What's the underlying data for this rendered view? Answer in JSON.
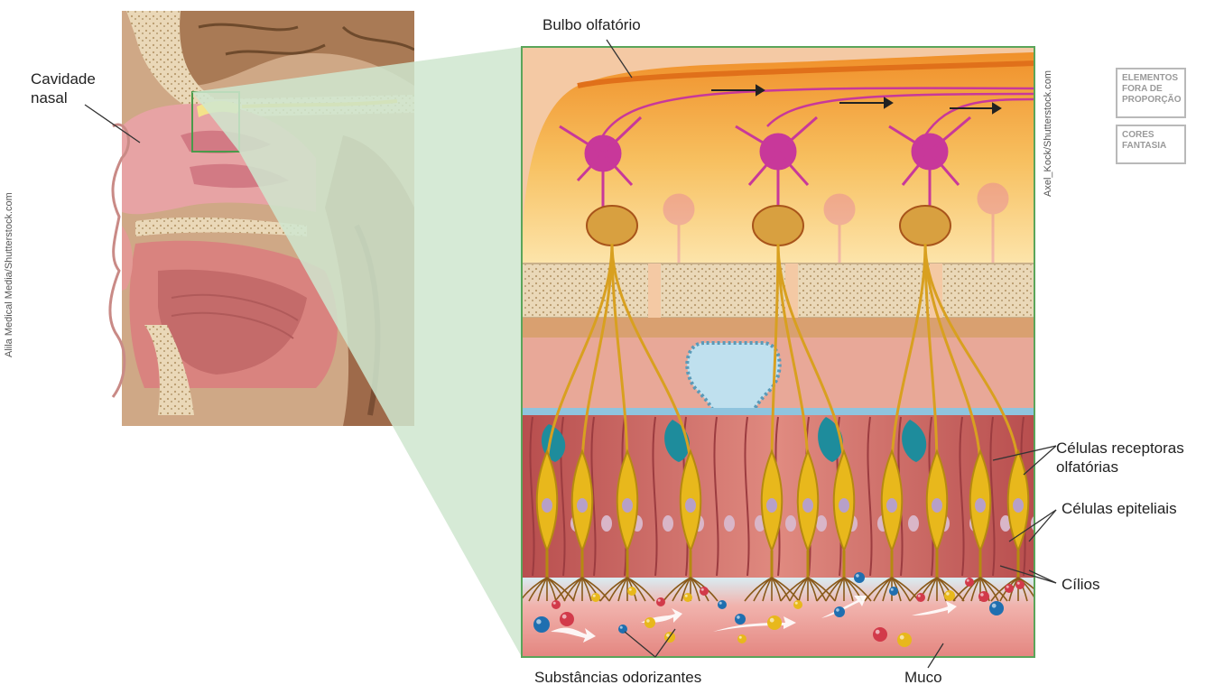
{
  "labels": {
    "nasal_cavity_line1": "Cavidade",
    "nasal_cavity_line2": "nasal",
    "olfactory_bulb": "Bulbo olfatório",
    "receptor_cells_line1": "Células receptoras",
    "receptor_cells_line2": "olfatórias",
    "epithelial_cells": "Células epiteliais",
    "cilia": "Cílios",
    "odorants": "Substâncias odorizantes",
    "mucus": "Muco"
  },
  "credits": {
    "left": "Alila Medical Media/Shutterstock.com",
    "right": "Axel_Kock/Shutterstock.com"
  },
  "badges": {
    "out_of_proportion_line1": "ELEMENTOS",
    "out_of_proportion_line2": "FORA DE",
    "out_of_proportion_line3": "PROPORÇÃO",
    "fantasy_colors_line1": "CORES",
    "fantasy_colors_line2": "FANTASIA"
  },
  "colors": {
    "zoom_frame": "#5aa55a",
    "zoom_fill": "#cfe6cf",
    "neuron": "#c8389a",
    "receptor": "#e8b81c",
    "support_cell": "#c75a5a",
    "mucus": "#e98a86",
    "bulb": "#f2a23a",
    "bone": "#e7d3b0"
  }
}
